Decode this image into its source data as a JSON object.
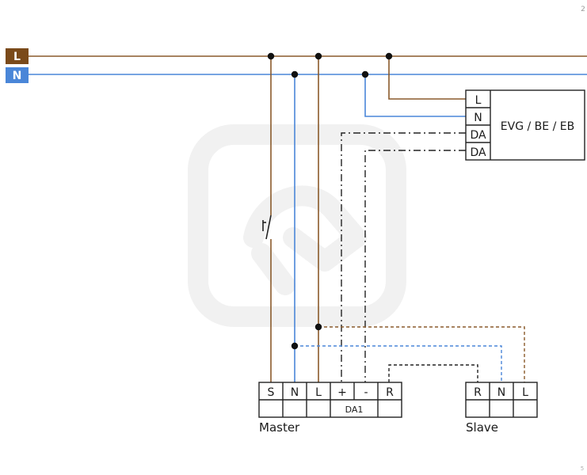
{
  "rails": {
    "l_label": "L",
    "n_label": "N"
  },
  "ballast": {
    "title": "EVG / BE / EB",
    "terminals": [
      "L",
      "N",
      "DA",
      "DA"
    ]
  },
  "master": {
    "name": "Master",
    "terminals": [
      "S",
      "N",
      "L",
      "+",
      "-",
      "R"
    ],
    "group_label": "DA1"
  },
  "slave": {
    "name": "Slave",
    "terminals": [
      "R",
      "N",
      "L"
    ]
  },
  "corner_marks": {
    "top_right": "2",
    "bottom_right": "5"
  },
  "colors": {
    "phase": "#8a5a2b",
    "neutral": "#4a86d8",
    "control": "#222222",
    "phase_badge": "#7a4a1a",
    "neutral_badge": "#4a86d8",
    "watermark": "#f2f2f2"
  }
}
